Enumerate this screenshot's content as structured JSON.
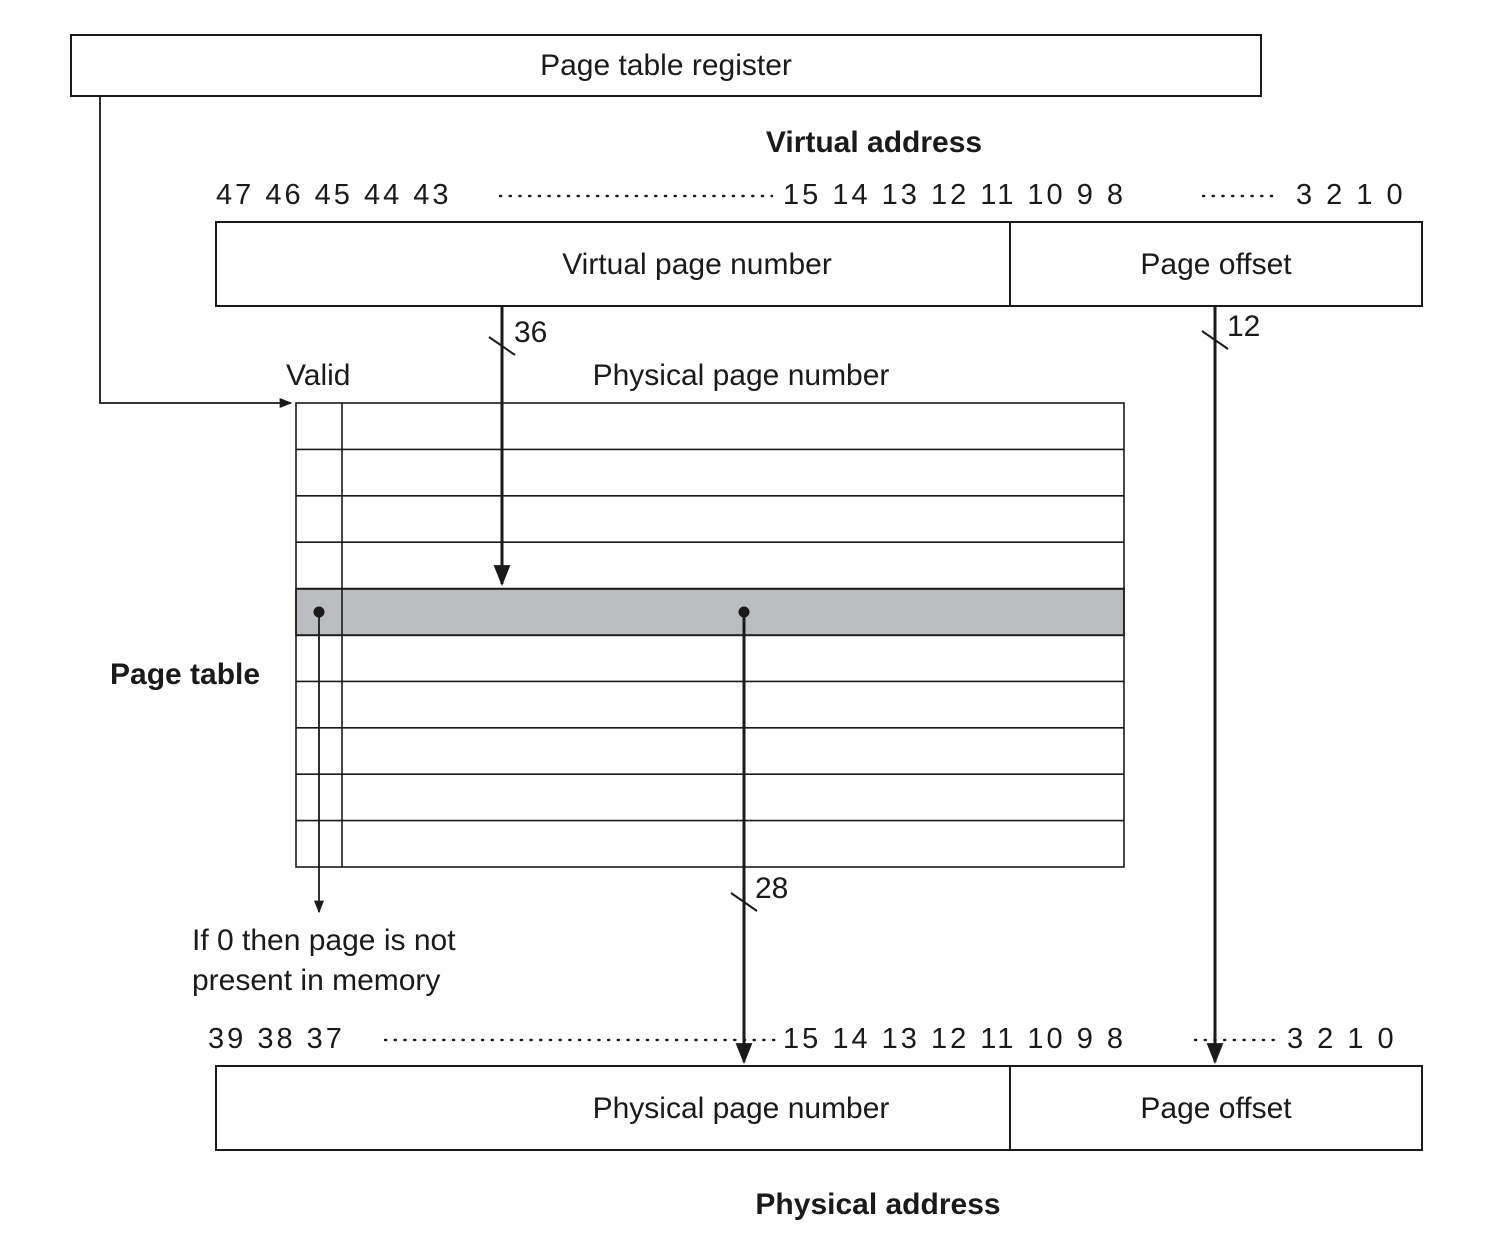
{
  "register": {
    "label": "Page table register"
  },
  "virtual_address": {
    "title": "Virtual address",
    "bits_left": "47 46 45 44 43",
    "bits_mid": "15 14 13 12 11 10 9 8",
    "bits_right": "3 2 1 0",
    "vpn_label": "Virtual page number",
    "offset_label": "Page offset",
    "vpn_width": "36",
    "offset_width": "12"
  },
  "page_table": {
    "title": "Page table",
    "valid_header": "Valid",
    "ppn_header": "Physical page number",
    "row_count": 10,
    "selected_row": 4,
    "ppn_width": "28",
    "invalid_note_line1": "If 0 then page is not",
    "invalid_note_line2": "present in memory"
  },
  "physical_address": {
    "title": "Physical address",
    "bits_left": "39 38 37",
    "bits_mid": "15 14 13 12 11 10 9 8",
    "bits_right": "3 2 1 0",
    "ppn_label": "Physical page number",
    "offset_label": "Page offset"
  }
}
